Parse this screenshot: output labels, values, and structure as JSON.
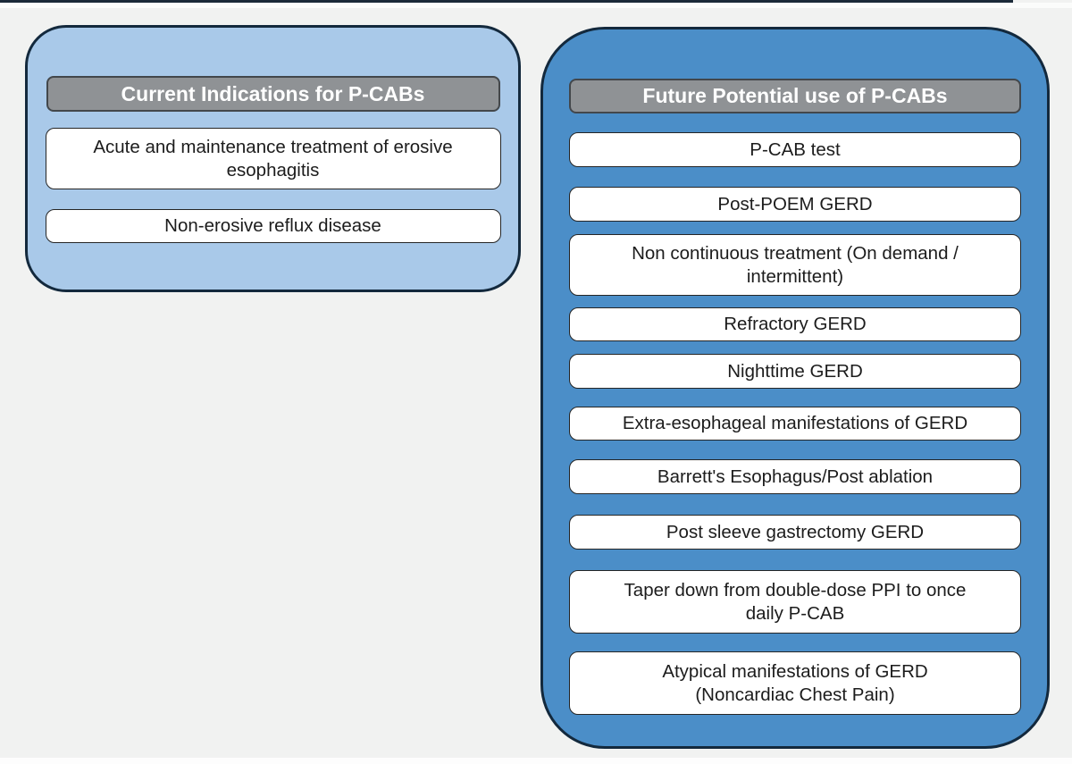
{
  "figure": {
    "left_panel": {
      "title": "Current Indications for P-CABs",
      "items": [
        "Acute and maintenance treatment of erosive\nesophagitis",
        "Non-erosive reflux disease"
      ]
    },
    "right_panel": {
      "title": "Future Potential use of P-CABs",
      "items": [
        "P-CAB test",
        "Post-POEM GERD",
        "Non continuous treatment (On demand /\nintermittent)",
        "Refractory GERD",
        "Nighttime GERD",
        "Extra-esophageal manifestations of GERD",
        "Barrett's Esophagus/Post ablation",
        "Post sleeve gastrectomy GERD",
        "Taper down from double-dose PPI to once\ndaily P-CAB",
        "Atypical manifestations of GERD\n(Noncardiac Chest Pain)"
      ]
    },
    "colors": {
      "background": "#f1f2f1",
      "left_panel_fill": "#a9c9e9",
      "right_panel_fill": "#4b8ec8",
      "panel_border": "#13293d",
      "header_fill": "#8f9295",
      "header_border": "#43474b",
      "header_text": "#ffffff",
      "item_fill": "#ffffff",
      "item_border": "#252525",
      "item_text": "#1c1c1c",
      "top_rule": "#1b2a38"
    }
  }
}
